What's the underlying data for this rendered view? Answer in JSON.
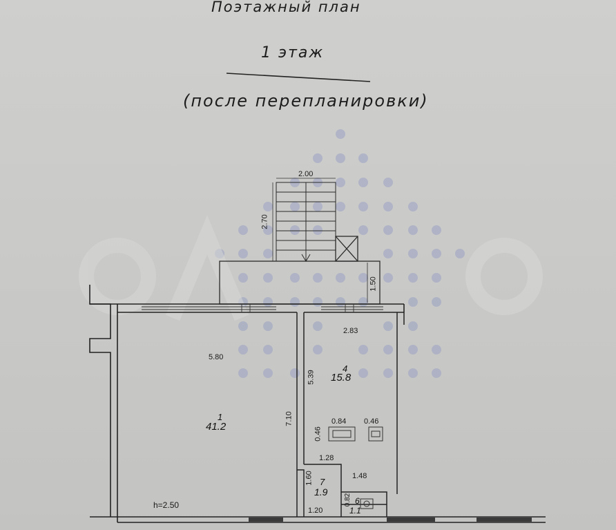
{
  "header": {
    "title": "Поэтажный план",
    "floor": "1 этаж",
    "note": "(после перепланировки)"
  },
  "dimensions": {
    "stair_width": "2.00",
    "stair_length": "2.70",
    "vestibule_depth": "1.50",
    "room4_width": "2.83",
    "room1_depth": "5.80",
    "room4_depth": "5.39",
    "total_depth": "7.10",
    "niche_left": "0.46",
    "niche_mid": "0.84",
    "niche_right": "0.46",
    "room7_width": "1.28",
    "room7_depth": "1.60",
    "room6_depth": "1.48",
    "room6_depth_small": "0.82",
    "bottom_width": "1.20",
    "ceiling_height": "h=2.50"
  },
  "rooms": [
    {
      "number": "1",
      "area": "41.2"
    },
    {
      "number": "4",
      "area": "15.8"
    },
    {
      "number": "7",
      "area": "1.9"
    },
    {
      "number": "6",
      "area": "1.1"
    }
  ]
}
